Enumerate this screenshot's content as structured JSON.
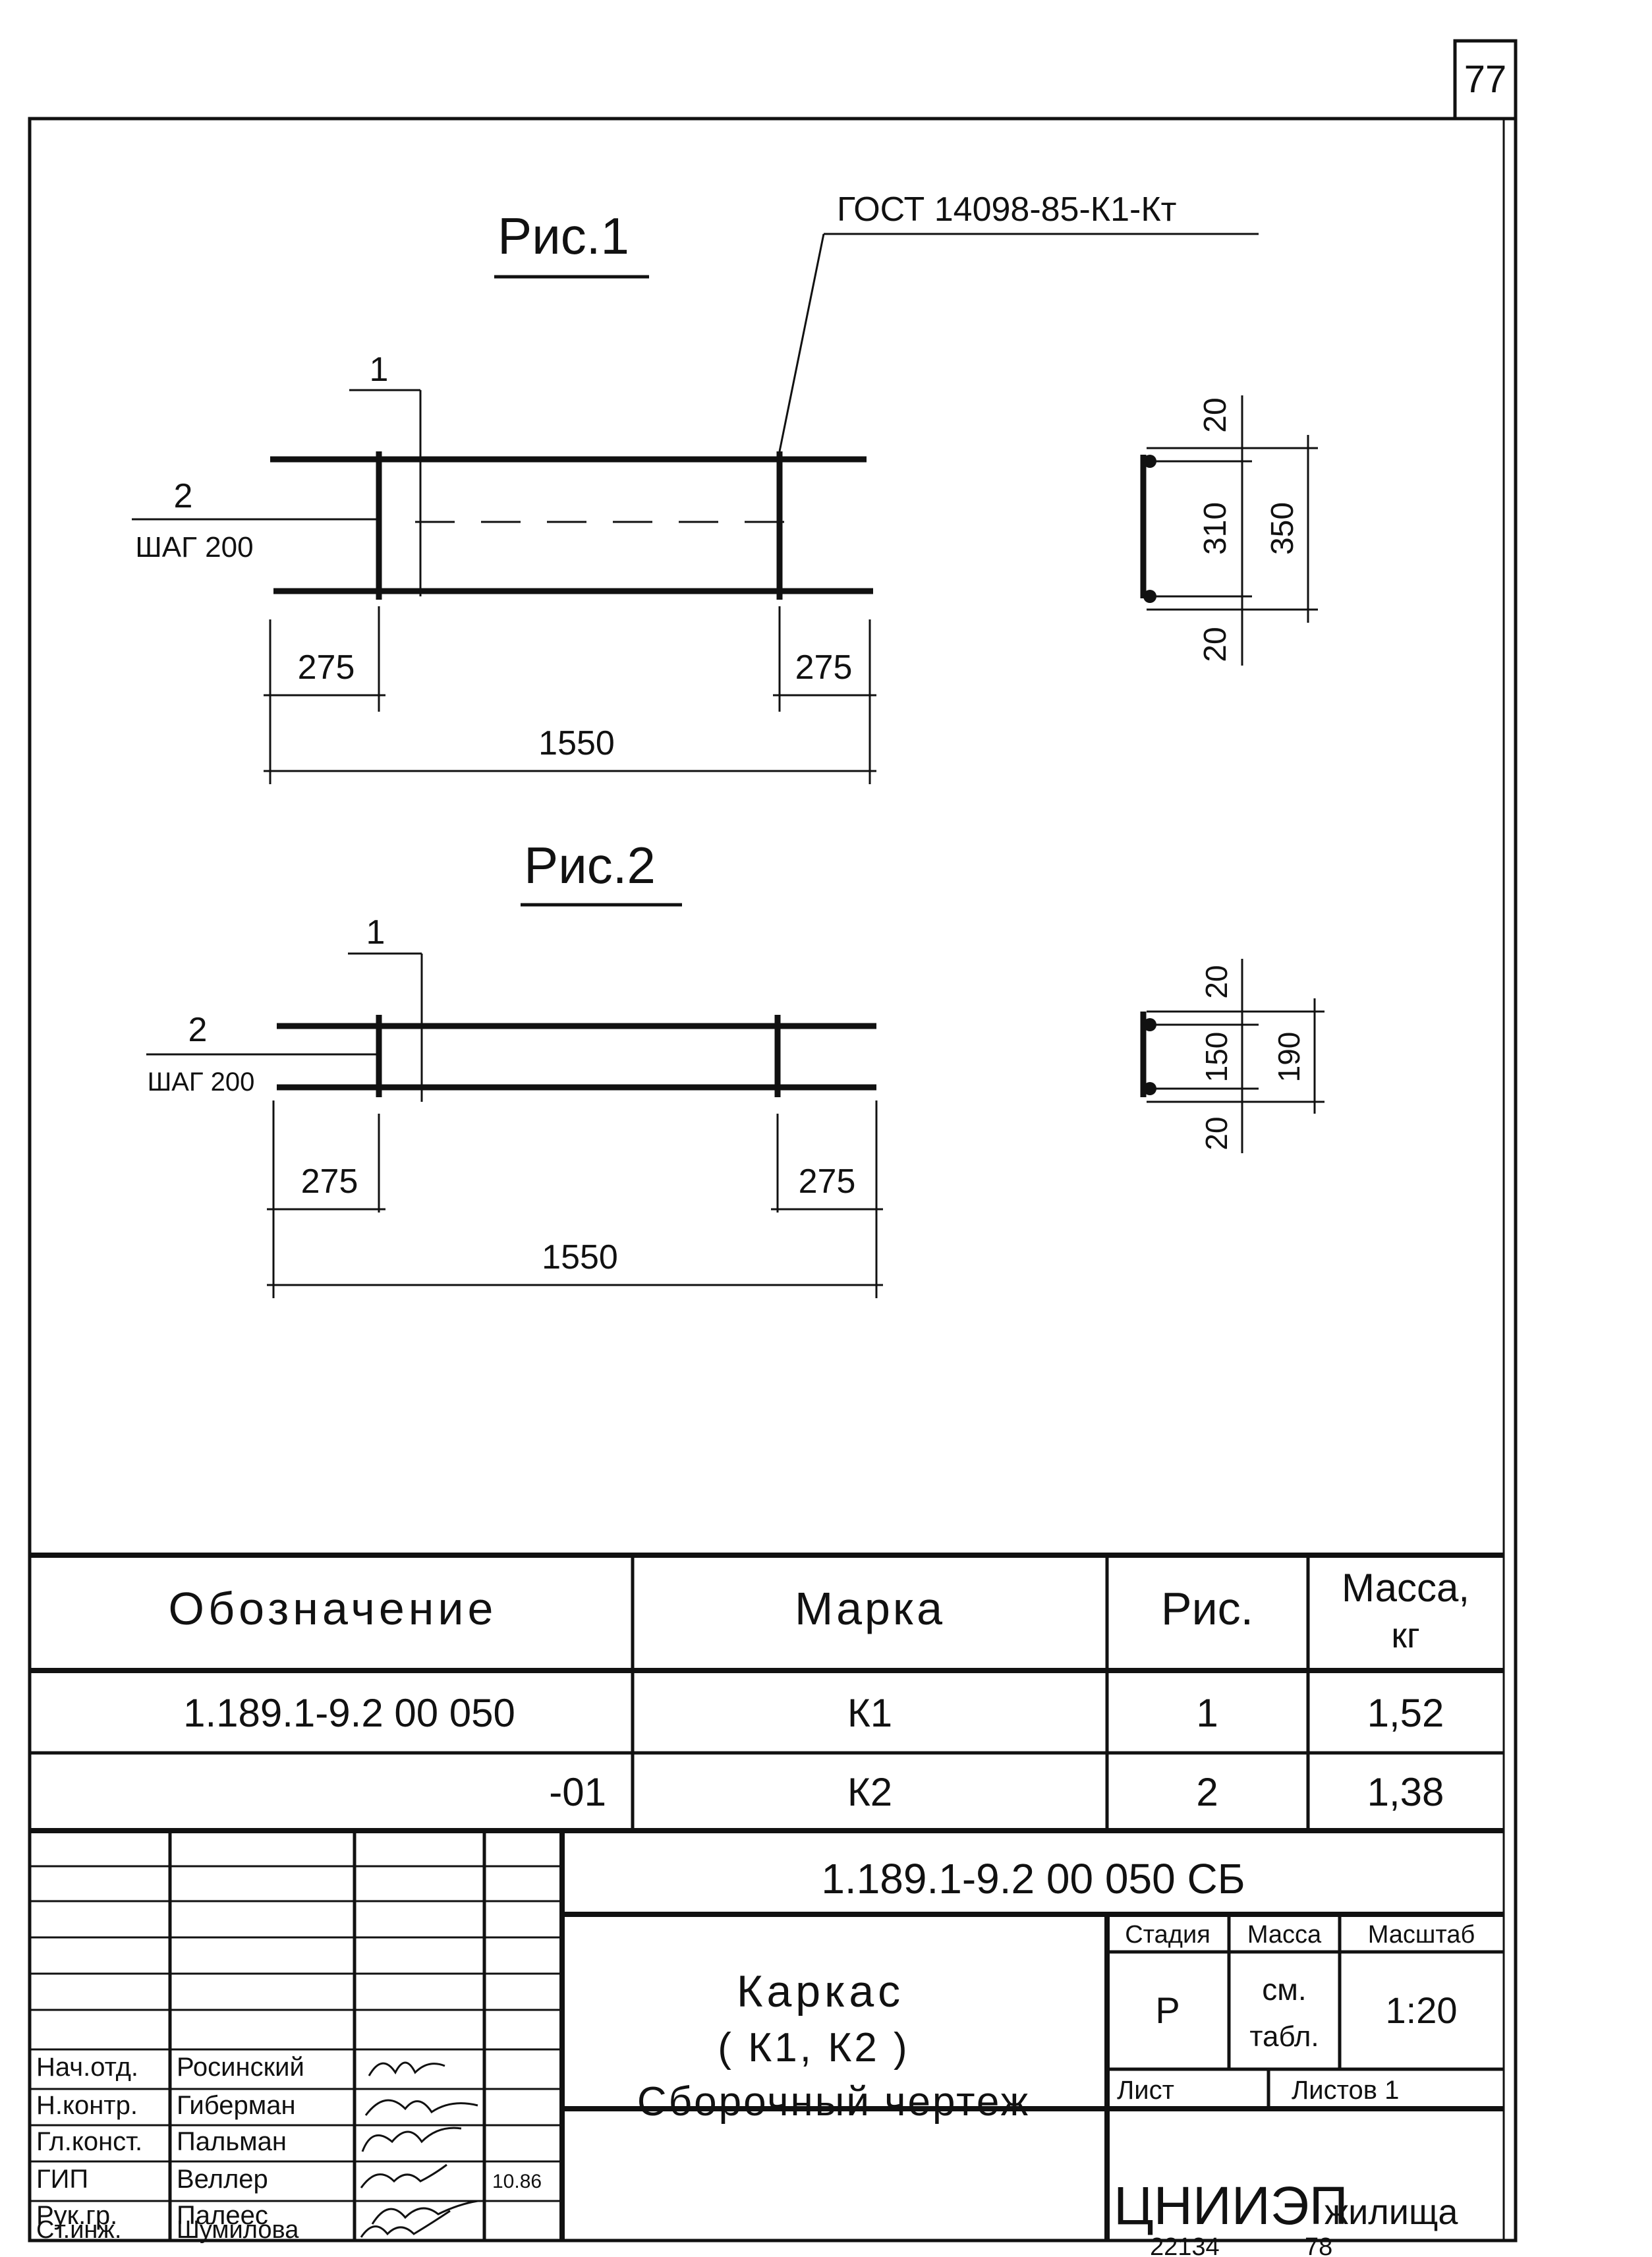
{
  "page_number": "77",
  "drawing": {
    "fig1": {
      "title": "Рис.1",
      "gost_note": "ГОСТ 14098-85-К1-Кт",
      "pos1": "1",
      "pos2": "2",
      "step": "ШАГ 200",
      "dim_left": "275",
      "dim_right": "275",
      "dim_total": "1550",
      "section_top": "20",
      "section_mid": "310",
      "section_bottom": "20",
      "section_total": "350"
    },
    "fig2": {
      "title": "Рис.2",
      "pos1": "1",
      "pos2": "2",
      "step": "ШАГ 200",
      "dim_left": "275",
      "dim_right": "275",
      "dim_total": "1550",
      "section_top": "20",
      "section_mid": "150",
      "section_bottom": "20",
      "section_total": "190"
    }
  },
  "spec_table": {
    "headers": {
      "designation": "Обозначение",
      "mark": "Марка",
      "figure": "Рис.",
      "mass_line1": "Масса,",
      "mass_line2": "кг"
    },
    "rows": [
      {
        "designation": "1.189.1-9.2 00 050",
        "mark": "К1",
        "figure": "1",
        "mass": "1,52"
      },
      {
        "designation": "-01",
        "mark": "К2",
        "figure": "2",
        "mass": "1,38"
      }
    ]
  },
  "title_block": {
    "document_code": "1.189.1-9.2 00 050 СБ",
    "name_line1": "Каркас",
    "name_line2": "( К1, К2 )",
    "name_line3": "Сборочный чертеж",
    "stage_label": "Стадия",
    "mass_label": "Масса",
    "scale_label": "Масштаб",
    "stage_value": "Р",
    "mass_value_line1": "см.",
    "mass_value_line2": "табл.",
    "scale_value": "1:20",
    "sheet_label": "Лист",
    "sheets_label": "Листов 1",
    "organization_main": "ЦНИИЭП",
    "organization_sub": "жилища",
    "date": "10.86",
    "signatories": [
      {
        "role": "Нач.отд.",
        "name": "Росинский"
      },
      {
        "role": "Н.контр.",
        "name": "Гиберман"
      },
      {
        "role": "Гл.конст.",
        "name": "Пальман"
      },
      {
        "role": "ГИП",
        "name": "Веллер"
      },
      {
        "role": "Рук.гр.",
        "name": "Палеес"
      },
      {
        "role": "Ст.инж.",
        "name": "Шумилова"
      }
    ]
  },
  "footer": {
    "inventory_number": "22134",
    "copy_number": "78"
  }
}
